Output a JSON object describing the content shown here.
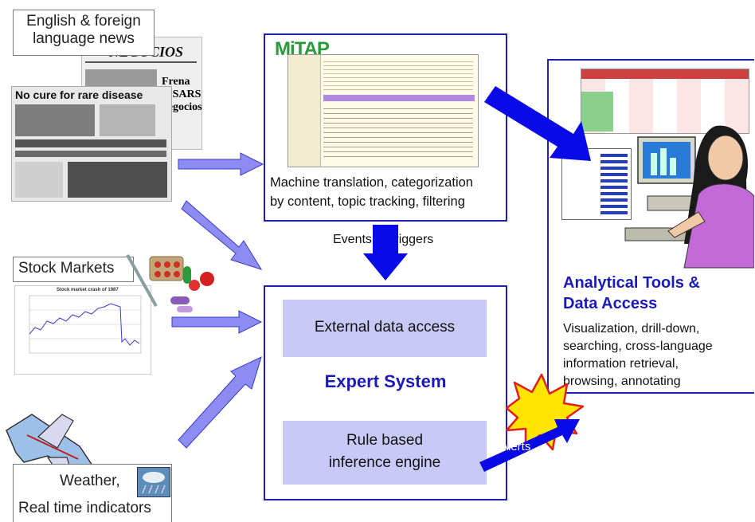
{
  "sources": {
    "news_label": "English & foreign language news",
    "news_line1": "English & foreign",
    "news_line2": "language news",
    "headline_en": "No cure for rare disease",
    "headline_es1": "NEGOCIOS",
    "headline_es2": "Frena",
    "headline_es3": "el SARS",
    "headline_es4": "negocios",
    "stock_label": "Stock Markets",
    "weather_line1": "Weather,",
    "weather_line2": "Real time indicators",
    "chart_title": "Stock market crash of 1987"
  },
  "mitap": {
    "logo": "MiTAP",
    "caption_line1": "Machine translation, categorization",
    "caption_line2": "by content, topic tracking, filtering"
  },
  "events_label": "Events & Triggers",
  "expert": {
    "external": "External data access",
    "title": "Expert System",
    "rule_line1": "Rule based",
    "rule_line2": "inference engine"
  },
  "alerts_label": "Alerts",
  "analytics": {
    "title_line1": "Analytical Tools &",
    "title_line2": "Data Access",
    "desc_line1": "Visualization, drill-down,",
    "desc_line2": "searching, cross-language",
    "desc_line3": "information retrieval,",
    "desc_line4": "browsing, annotating"
  },
  "colors": {
    "box_border": "#1f1fb4",
    "arrow_light": "#8c8cf2",
    "arrow_dark": "#0a0ae6",
    "lilac": "#c9c9f7",
    "title_blue": "#1a1ab8",
    "burst": "#ffe600",
    "burst_edge": "#e02020"
  }
}
